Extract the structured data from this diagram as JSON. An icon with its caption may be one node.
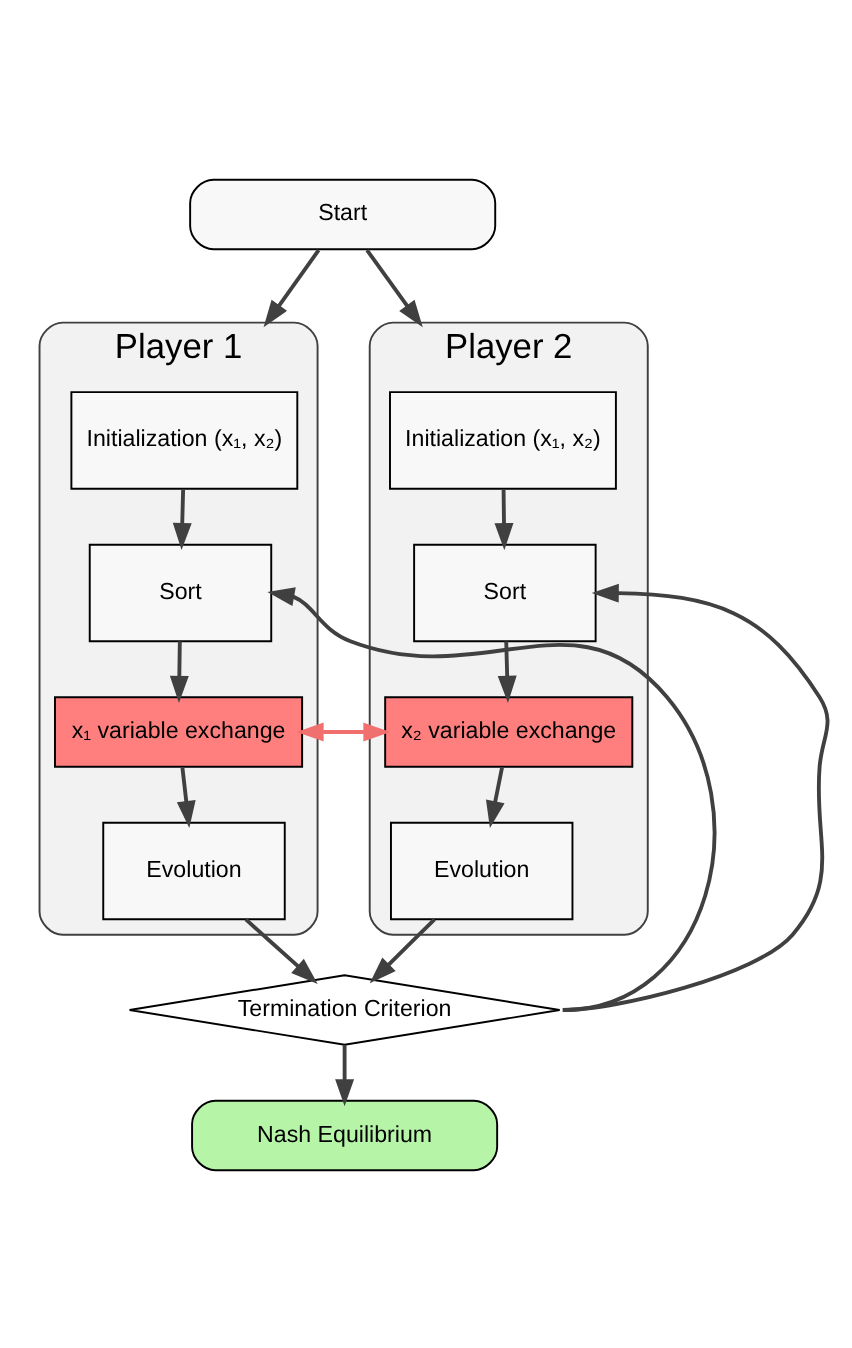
{
  "diagram": {
    "nodes": [
      {
        "text": [
          "Start"
        ]
      },
      {
        "text": [
          "Player 1"
        ]
      },
      {
        "text": [
          "Initialization (x₁, x₂)"
        ],
        "in": 1
      },
      {
        "text": [
          "Sort"
        ],
        "in": 1
      },
      {
        "text": [
          "x₁ variable exchange"
        ],
        "in": 1
      },
      {
        "text": [
          "Evolution"
        ],
        "in": 1
      },
      {
        "text": [
          "Player 2"
        ]
      },
      {
        "text": [
          "Initialization (x₁, x₂)"
        ],
        "in": 6
      },
      {
        "text": [
          "Sort"
        ],
        "in": 6
      },
      {
        "text": [
          "x₂ variable exchange"
        ],
        "in": 6
      },
      {
        "text": [
          "Evolution"
        ],
        "in": 6
      },
      {
        "text": [
          "Termination Criterion"
        ]
      },
      {
        "text": [
          "Nash Equilibrium"
        ]
      }
    ],
    "edges": [
      {
        "from": 0,
        "to": 1,
        "arrow": "to"
      },
      {
        "from": 0,
        "to": 6,
        "arrow": "to"
      },
      {
        "from": 2,
        "to": 3,
        "arrow": "to"
      },
      {
        "from": 3,
        "to": 4,
        "arrow": "to"
      },
      {
        "from": 4,
        "to": 5,
        "arrow": "to"
      },
      {
        "from": 7,
        "to": 8,
        "arrow": "to"
      },
      {
        "from": 8,
        "to": 9,
        "arrow": "to"
      },
      {
        "from": 9,
        "to": 10,
        "arrow": "to"
      },
      {
        "from": 4,
        "to": 9,
        "arrow": "both",
        "color": "#f07070"
      },
      {
        "from": 5,
        "to": 11,
        "arrow": "to"
      },
      {
        "from": 10,
        "to": 11,
        "arrow": "to"
      },
      {
        "from": 11,
        "to": 3,
        "arrow": "to"
      },
      {
        "from": 11,
        "to": 8,
        "arrow": "to"
      },
      {
        "from": 11,
        "to": 12,
        "arrow": "to"
      }
    ]
  }
}
